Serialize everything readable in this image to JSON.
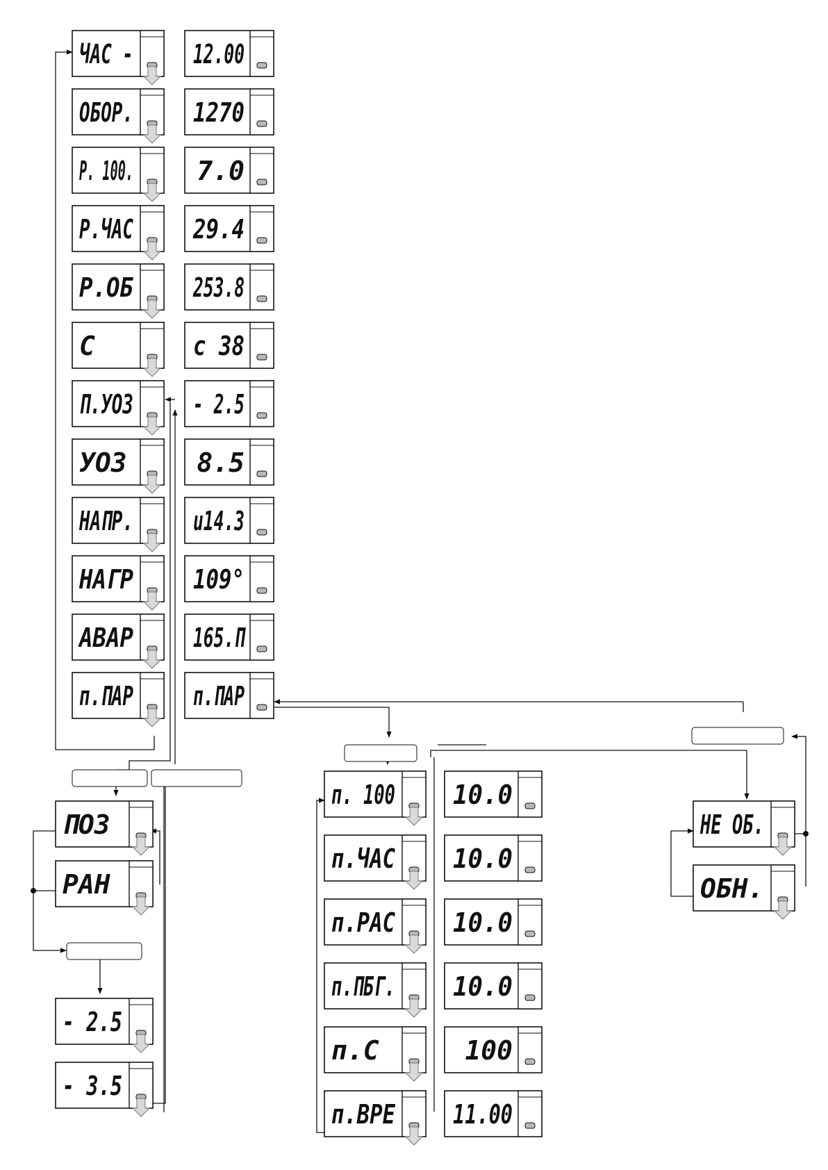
{
  "colors": {
    "line": "#111111",
    "box_fill": "#ffffff",
    "button": "#b8b8b8",
    "arrow_fill": "#d9d9d9",
    "arrow_stroke": "#777777"
  },
  "main_menu": {
    "names": [
      "ЧАС -",
      "ОБОР.",
      "Р. 100.",
      "Р.ЧАС",
      "Р.ОБ",
      "С",
      "П.УОЗ",
      "УОЗ",
      "НАПР.",
      "НАГР",
      "АВАР",
      "п.ПАР"
    ],
    "values": [
      "12.00",
      "1270",
      "7.0",
      "29.4",
      "253.8",
      "с 38",
      "- 2.5",
      "8.5",
      "u14.3",
      "109°",
      "165.П",
      "п.ПАР"
    ]
  },
  "uoz_submenu": {
    "modes": [
      "ПОЗ",
      "РАН"
    ],
    "values": [
      "- 2.5",
      "- 3.5"
    ]
  },
  "param_menu": {
    "names": [
      "п. 100",
      "п.ЧАС",
      "п.РАС",
      "п.ПБГ.",
      "п.С",
      "п.ВРЕ"
    ],
    "values": [
      "10.0",
      "10.0",
      "10.0",
      "10.0",
      "100",
      "11.00"
    ]
  },
  "reset_menu": {
    "items": [
      "НЕ ОБ.",
      "ОБН."
    ]
  }
}
